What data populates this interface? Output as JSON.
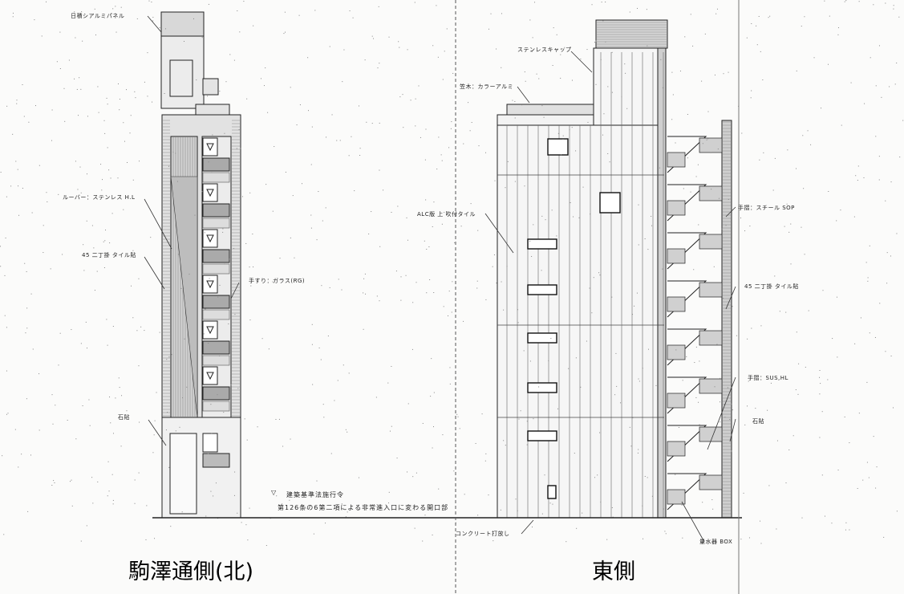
{
  "captions": {
    "north": "駒澤通側(北)",
    "east": "東側"
  },
  "north_notes": {
    "top_panel": "日積シアルミパネル",
    "louver": "ルーバー：ステンレス H.L",
    "tile_45": "45 二丁掛 タイル貼",
    "handrail_glass": "手すり：ガラス(RG)",
    "stone": "石貼"
  },
  "east_notes": {
    "stainless_cap": "ステンレスキャップ",
    "parapet": "笠木：カラーアルミ",
    "alc": "ALC版 上 吹付タイル",
    "handrail_steel": "手摺：スチール SOP",
    "tile_45": "45 二丁掛 タイル貼",
    "handrail_sus": "手摺：SUS,HL",
    "stone": "石貼",
    "concrete": "コンクリート打放し",
    "meter_box": "量水器 BOX"
  },
  "legend": {
    "symbol": "▽",
    "line1": "建築基準法施行令",
    "line2": "第126条の6第二項による非常進入口に変わる開口部"
  }
}
